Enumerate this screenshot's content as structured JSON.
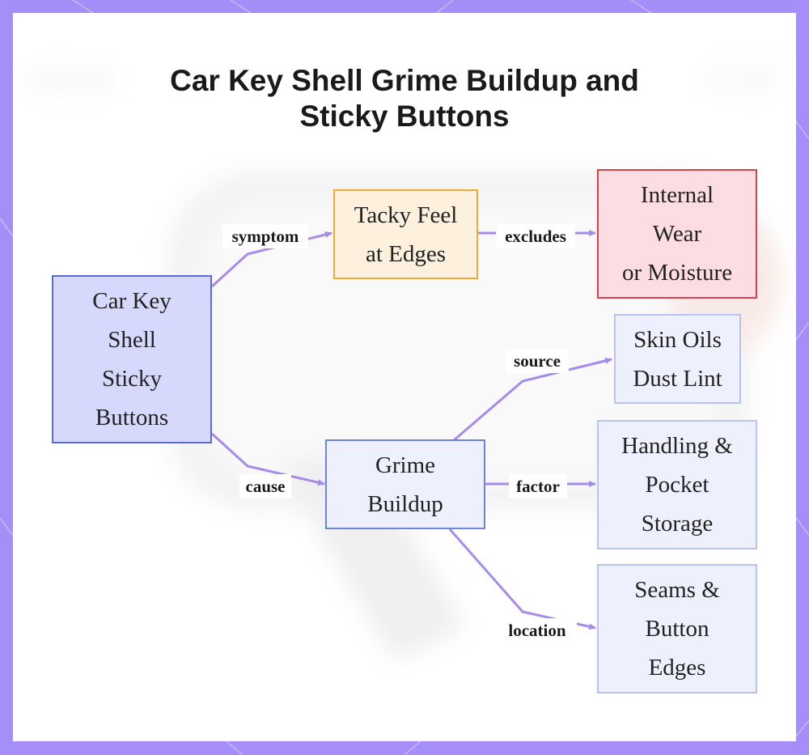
{
  "title": {
    "line1": "Car Key Shell Grime Buildup and",
    "line2": "Sticky Buttons"
  },
  "nodes": {
    "root": {
      "lines": [
        "Car Key",
        "Shell",
        "Sticky",
        "Buttons"
      ],
      "fill": "#d6d9fb",
      "border": "#5b6bd6"
    },
    "symptom": {
      "lines": [
        "Tacky Feel",
        "at Edges"
      ],
      "fill": "#fdf0dc",
      "border": "#f0a93a"
    },
    "excluded": {
      "lines": [
        "Internal",
        "Wear",
        "or Moisture"
      ],
      "fill": "#fbdde3",
      "border": "#d8414e"
    },
    "cause": {
      "lines": [
        "Grime",
        "Buildup"
      ],
      "fill": "#eef1fd",
      "border": "#6b86d8"
    },
    "source": {
      "lines": [
        "Skin Oils",
        "Dust Lint"
      ],
      "fill": "#eef1fd",
      "border": "#b9c3f0"
    },
    "factor": {
      "lines": [
        "Handling &",
        "Pocket",
        "Storage"
      ],
      "fill": "#eef1fd",
      "border": "#b9c3f0"
    },
    "location": {
      "lines": [
        "Seams &",
        "Button",
        "Edges"
      ],
      "fill": "#eef1fd",
      "border": "#b9c3f0"
    }
  },
  "edges": {
    "symptom": "symptom",
    "excludes": "excludes",
    "cause": "cause",
    "source": "source",
    "factor": "factor",
    "location": "location"
  },
  "colors": {
    "frame": "#a58ef7",
    "edge": "#a78bec"
  }
}
